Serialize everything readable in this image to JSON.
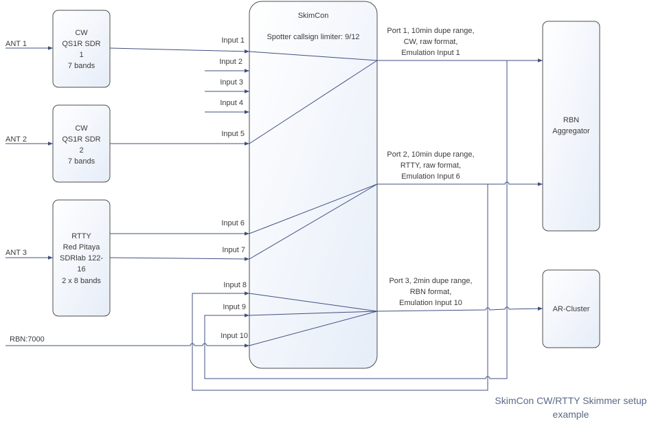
{
  "sources": {
    "antennas": [
      "ANT 1",
      "ANT 2",
      "ANT 3"
    ],
    "rbn_feed": "RBN:7000"
  },
  "receivers": [
    {
      "lines": [
        "CW",
        "QS1R SDR",
        "1",
        "7 bands"
      ]
    },
    {
      "lines": [
        "CW",
        "QS1R SDR",
        "2",
        "7 bands"
      ]
    },
    {
      "lines": [
        "RTTY",
        "Red Pitaya",
        "SDRlab 122-",
        "16",
        "2 x 8 bands"
      ]
    }
  ],
  "skimcon": {
    "title": "SkimCon",
    "limiter": "Spotter callsign limiter: 9/12",
    "inputs": [
      "Input 1",
      "Input 2",
      "Input 3",
      "Input 4",
      "Input 5",
      "Input 6",
      "Input 7",
      "Input 8",
      "Input 9",
      "Input 10"
    ],
    "ports": [
      {
        "lines": [
          "Port 1, 10min dupe range,",
          "CW, raw format,",
          "Emulation Input 1"
        ]
      },
      {
        "lines": [
          "Port 2, 10min dupe range,",
          "RTTY, raw format,",
          "Emulation Input 6"
        ]
      },
      {
        "lines": [
          "Port 3, 2min dupe range,",
          "RBN format,",
          "Emulation Input 10"
        ]
      }
    ]
  },
  "destinations": [
    {
      "lines": [
        "RBN",
        "Aggregator"
      ]
    },
    {
      "lines": [
        "AR-Cluster"
      ]
    }
  ],
  "caption": [
    "SkimCon CW/RTTY Skimmer setup",
    "example"
  ],
  "colors": {
    "line": "#3f4f80",
    "box_stroke": "#4d4d4d",
    "text": "#3a3a3a",
    "caption": "#5a6a88",
    "box_fill_top": "#ffffff",
    "box_fill_bottom": "#e6edf8"
  }
}
